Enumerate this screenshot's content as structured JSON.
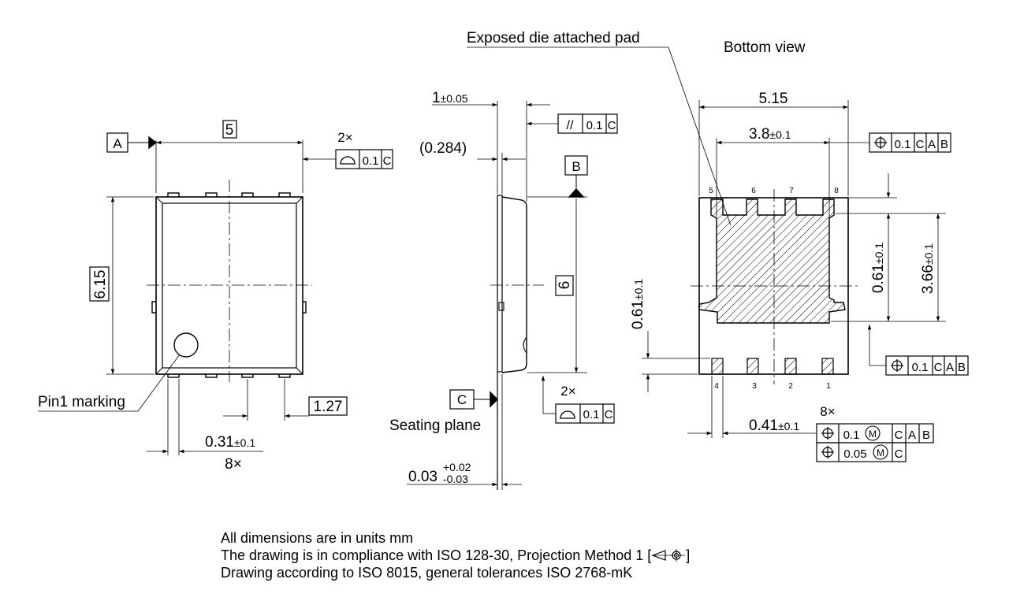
{
  "labels": {
    "exposed_pad": "Exposed die attached pad",
    "bottom_view": "Bottom view",
    "pin1_marking": "Pin1 marking",
    "seating_plane": "Seating plane"
  },
  "top_view": {
    "width": "5",
    "height": "6.15",
    "pitch": "1.27",
    "lead_width": "0.31",
    "lead_width_tol": "±0.1",
    "lead_count": "8×",
    "datum_a": "A",
    "profile_count": "2×",
    "profile_value": "0.1",
    "profile_datum": "C"
  },
  "side_view": {
    "thickness": "1",
    "thickness_tol": "±0.05",
    "lead_thickness": "(0.284)",
    "parallel_value": "0.1",
    "parallel_datum": "C",
    "parallel_symbol": "//",
    "datum_b": "B",
    "body_length": "6",
    "datum_c": "C",
    "profile_count": "2×",
    "profile_value": "0.1",
    "profile_datum": "C",
    "standoff": "0.03",
    "standoff_tol_plus": "+0.02",
    "standoff_tol_minus": "-0.03"
  },
  "bottom_view": {
    "width": "5.15",
    "pad_width": "3.8",
    "pad_width_tol": "±0.1",
    "pos_value": "0.1",
    "pos_datums": [
      "C",
      "A",
      "B"
    ],
    "pin_numbers_top": [
      "5",
      "6",
      "7",
      "8"
    ],
    "pin_numbers_bottom": [
      "4",
      "3",
      "2",
      "1"
    ],
    "dim_061_a": "0.61",
    "dim_061_tol": "±0.1",
    "dim_366": "3.66",
    "dim_366_tol": "±0.1",
    "dim_061_b": "0.61",
    "pad_pos_value": "0.1",
    "pad_pos_datums": [
      "C",
      "A",
      "B"
    ],
    "lead_width": "0.41",
    "lead_width_tol": "±0.1",
    "lead_count": "8×",
    "lead_pos1_value": "0.1",
    "lead_pos1_mod": "M",
    "lead_pos1_datums": [
      "C",
      "A",
      "B"
    ],
    "lead_pos2_value": "0.05",
    "lead_pos2_mod": "M",
    "lead_pos2_datum": "C"
  },
  "notes": {
    "line1": "All dimensions are in units mm",
    "line2": "The drawing is in compliance with ISO 128-30, Projection Method 1 [",
    "line2_end": "]",
    "line3": "Drawing according to ISO 8015, general tolerances ISO 2768-mK"
  }
}
